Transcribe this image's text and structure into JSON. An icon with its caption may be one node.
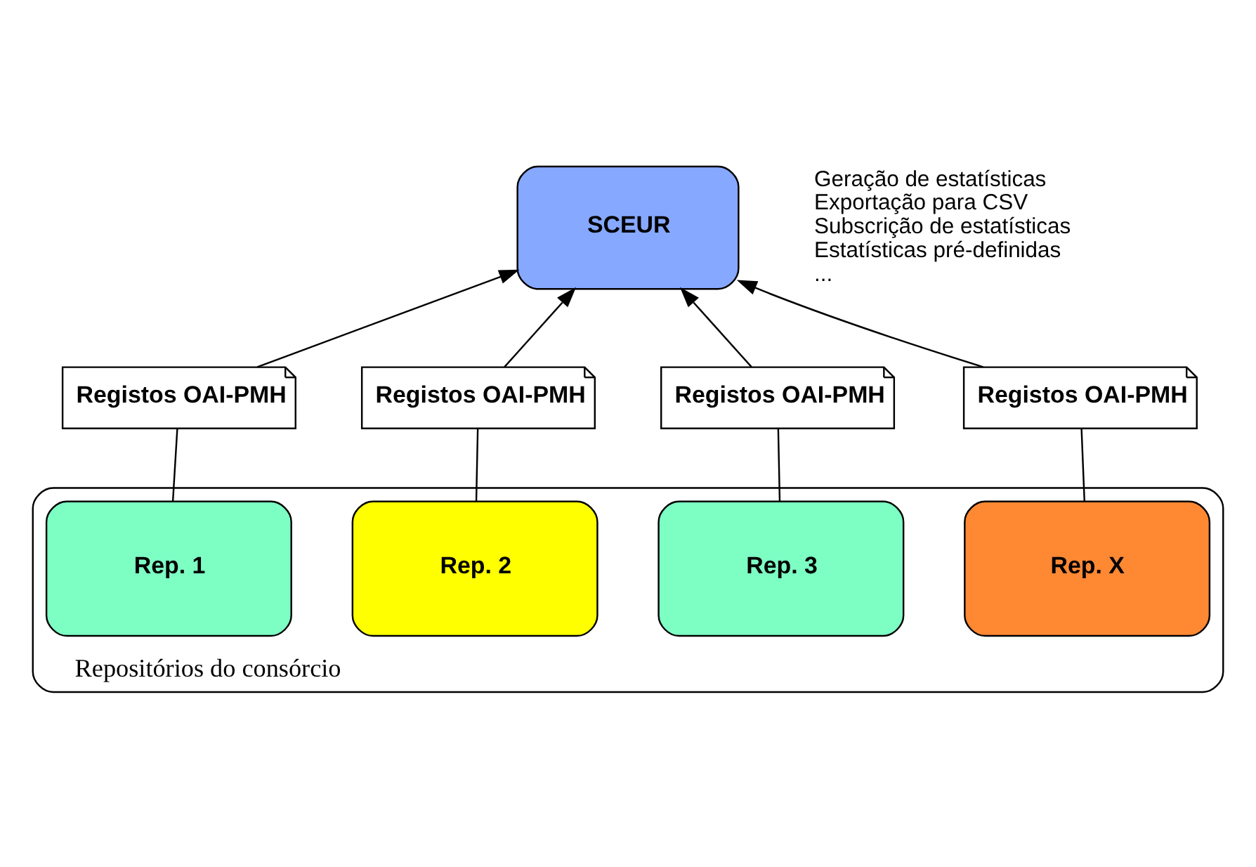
{
  "diagram": {
    "nodes": [
      {
        "text": [
          "SCEUR"
        ],
        "beside": [
          "Geração de estatísticas",
          "Exportação para CSV",
          "Subscrição de estatísticas",
          "Estatísticas pré-definidas",
          "..."
        ]
      },
      {
        "text": [
          "Registos OAI-PMH"
        ]
      },
      {
        "text": [
          "Registos OAI-PMH"
        ]
      },
      {
        "text": [
          "Registos OAI-PMH"
        ]
      },
      {
        "text": [
          "Registos OAI-PMH"
        ]
      },
      {
        "text": [
          "Repositórios do consórcio"
        ]
      },
      {
        "text": [
          "Rep. 1"
        ],
        "in": 5
      },
      {
        "text": [
          "Rep. 2"
        ],
        "in": 5
      },
      {
        "text": [
          "Rep. 3"
        ],
        "in": 5
      },
      {
        "text": [
          "Rep. X"
        ],
        "in": 5
      }
    ],
    "edges": [
      {
        "from": 1,
        "to": 0,
        "arrow": "to"
      },
      {
        "from": 2,
        "to": 0,
        "arrow": "to"
      },
      {
        "from": 3,
        "to": 0,
        "arrow": "to"
      },
      {
        "from": 4,
        "to": 0,
        "arrow": "to"
      },
      {
        "from": 6,
        "to": 1,
        "arrow": "none"
      },
      {
        "from": 7,
        "to": 2,
        "arrow": "none"
      },
      {
        "from": 8,
        "to": 3,
        "arrow": "none"
      },
      {
        "from": 9,
        "to": 4,
        "arrow": "none"
      }
    ]
  }
}
